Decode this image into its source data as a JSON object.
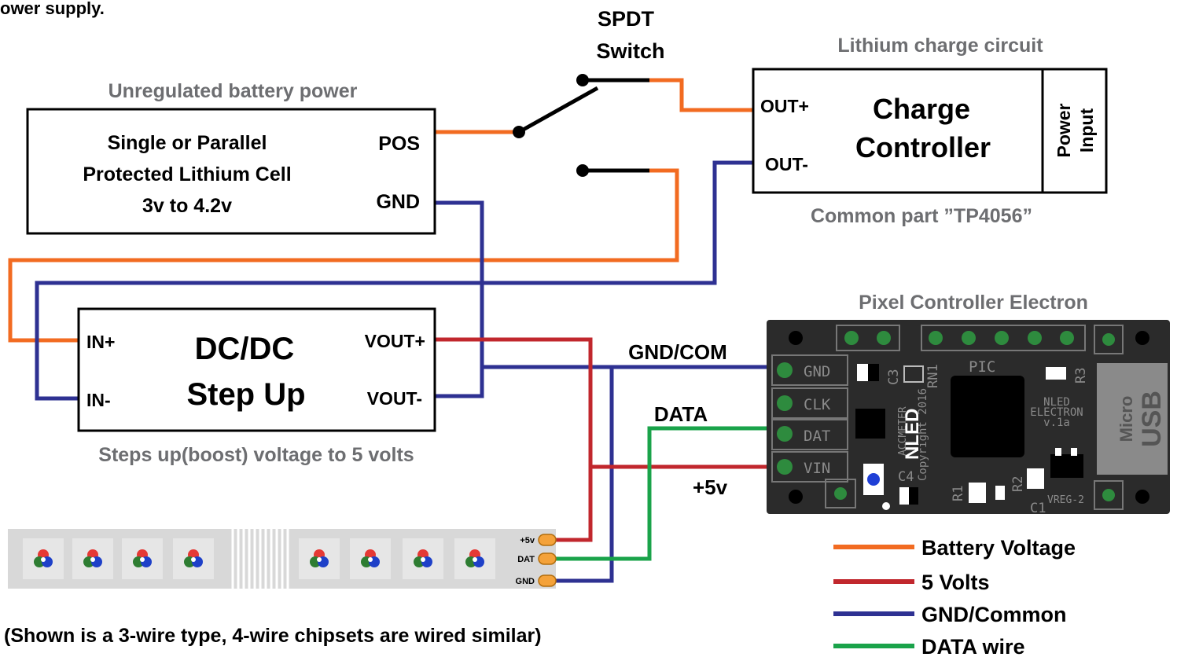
{
  "top_text": "ower supply.",
  "switch": {
    "title_line1": "SPDT",
    "title_line2": "Switch"
  },
  "battery": {
    "caption": "Unregulated battery power",
    "line1": "Single or Parallel",
    "line2": "Protected Lithium Cell",
    "line3": "3v to 4.2v",
    "pos": "POS",
    "gnd": "GND"
  },
  "charger": {
    "caption": "Lithium charge circuit",
    "title_line1": "Charge",
    "title_line2": "Controller",
    "out_pos": "OUT+",
    "out_neg": "OUT-",
    "power_line1": "Power",
    "power_line2": "Input",
    "note": "Common part ”TP4056”"
  },
  "boost": {
    "title_line1": "DC/DC",
    "title_line2": "Step Up",
    "in_pos": "IN+",
    "in_neg": "IN-",
    "vout_pos": "VOUT+",
    "vout_neg": "VOUT-",
    "caption": "Steps up(boost) voltage to 5 volts"
  },
  "controller": {
    "caption": "Pixel Controller Electron",
    "pins": [
      "GND",
      "CLK",
      "DAT",
      "VIN"
    ],
    "pic": "PIC",
    "refs": {
      "c3": "C3",
      "rn1": "RN1",
      "r3": "R3",
      "c4": "C4",
      "r1": "R1",
      "r2": "R2",
      "c1": "C1",
      "accmeter": "ACCMETER",
      "vreg": "VREG-2"
    },
    "copyright": "Copyright 2016",
    "brand_line1": "NLED",
    "brand_line2": "ELECTRON",
    "brand_line3": "v.1a",
    "logo": "NLED",
    "usb_line1": "Micro",
    "usb_line2": "USB"
  },
  "wire_labels": {
    "gnd_com": "GND/COM",
    "data": "DATA",
    "plus5v": "+5v"
  },
  "strip": {
    "plus5v": "+5v",
    "dat": "DAT",
    "gnd": "GND"
  },
  "legend": [
    {
      "label": "Battery Voltage",
      "color": "#f26b21"
    },
    {
      "label": "5 Volts",
      "color": "#c1272d"
    },
    {
      "label": "GND/Common",
      "color": "#2e3192"
    },
    {
      "label": "DATA wire",
      "color": "#1aa34a"
    }
  ],
  "footnote": "(Shown is a 3-wire type, 4-wire chipsets are wired similar)",
  "colors": {
    "battery": "#f26b21",
    "five_volts": "#c1272d",
    "ground": "#2e3192",
    "data": "#1aa34a",
    "caption_gray": "#6d6e71"
  }
}
